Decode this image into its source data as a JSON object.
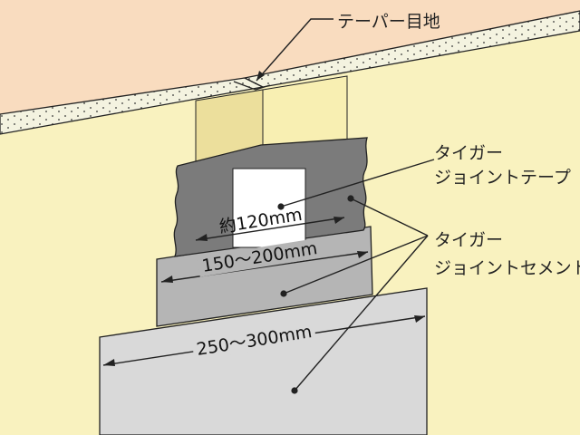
{
  "labels": {
    "tape_joint": "テーパー目地",
    "joint_tape_line1": "タイガー",
    "joint_tape_line2": "ジョイントテープ",
    "joint_cement_line1": "タイガー",
    "joint_cement_line2": "ジョイントセメント"
  },
  "dimensions": {
    "tape_width": "約120mm",
    "first_coat_width": "150〜200mm",
    "second_coat_width": "250〜300mm"
  },
  "colors": {
    "ceiling": "#f9dcbf",
    "wall": "#f9f2bf",
    "gypsum_board_edge": "#f4f3e0",
    "joint_recess": "#f0e8a8",
    "joint_tape": "#7b7b7b",
    "first_coat": "#b5b5b5",
    "second_coat": "#d9d9d9",
    "tape_window": "#ffffff"
  }
}
